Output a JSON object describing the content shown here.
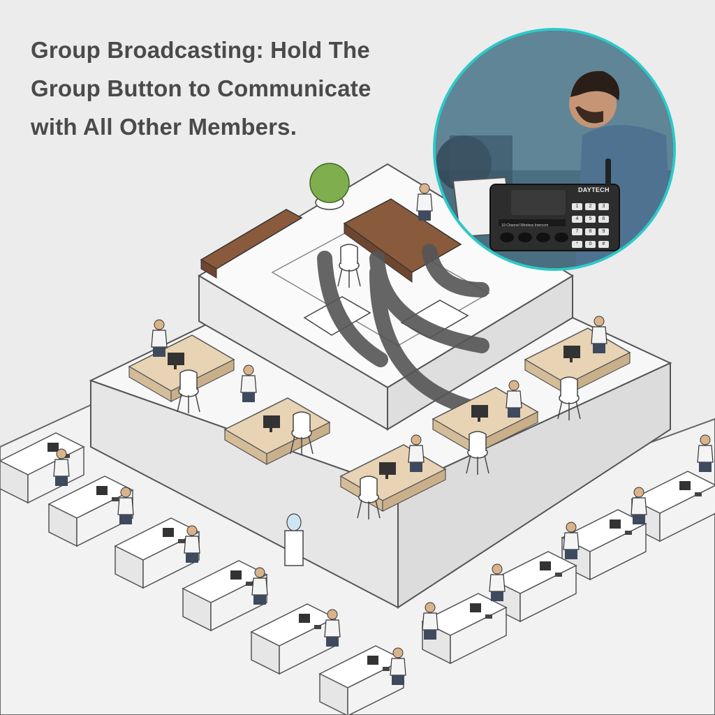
{
  "headline": {
    "line1": "Group Broadcasting: Hold The",
    "line2": "Group Button to Communicate",
    "line3": "with All Other Members."
  },
  "inset": {
    "brand": "DAYTECH",
    "model": "10-Channel Wireless Intercom",
    "keys": [
      "1",
      "2",
      "3",
      "4",
      "5",
      "6",
      "7",
      "8",
      "9",
      "*",
      "0",
      "#"
    ],
    "ring_color": "#2ec9c9"
  },
  "colors": {
    "background": "#ececec",
    "desk_wood": "#e8d3b4",
    "executive_wood": "#8a5a3c",
    "signal_waves": "#555555"
  }
}
